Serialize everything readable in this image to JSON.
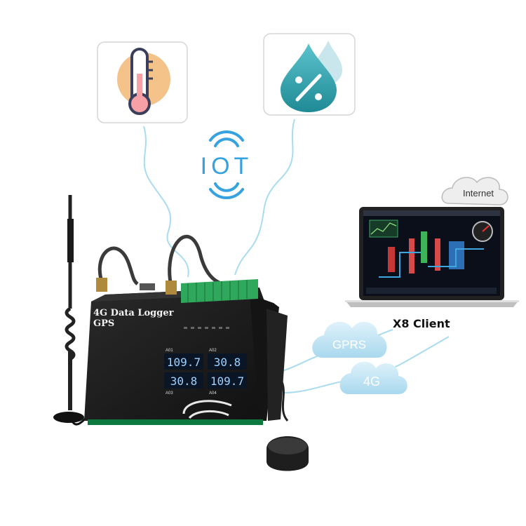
{
  "iot_label": "IOT",
  "internet_label": "Internet",
  "client_label": "X8 Client",
  "gprs_label": "GPRS",
  "lte_label": "4G",
  "device": {
    "title": "4G Data Logger",
    "subtitle": "GPS",
    "displays": [
      {
        "tag": "A01",
        "value": "109.7"
      },
      {
        "tag": "A02",
        "value": "30.8"
      },
      {
        "tag": "A03",
        "value": "30.8"
      },
      {
        "tag": "A04",
        "value": "109.7"
      }
    ]
  },
  "colors": {
    "wave_blue": "#a9dcee",
    "cloud_blue": "#c6e7f5",
    "cloud_text": "#ffffff",
    "device_body": "#1c1c1c",
    "terminal_green": "#2fa85c",
    "lcd_digits": "#9fd2ff",
    "thermo_circle": "#f3c38a",
    "drop_teal": "#2a9aa5"
  },
  "icons": [
    "thermometer-icon",
    "humidity-drop-icon",
    "wifi-signal-icon",
    "antenna-icon",
    "gps-puck-icon",
    "laptop-icon"
  ]
}
